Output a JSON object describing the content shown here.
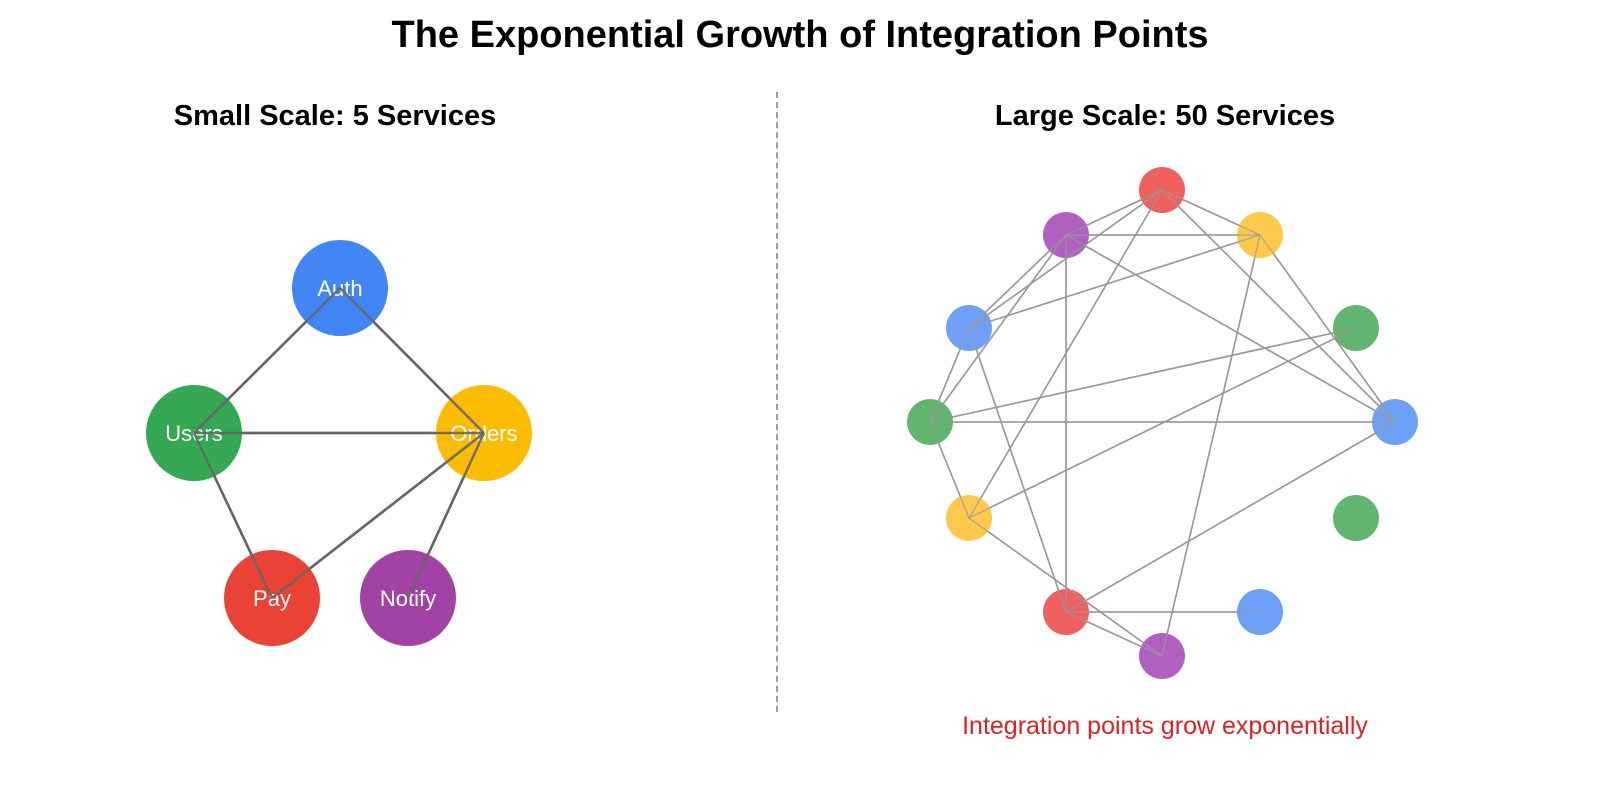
{
  "title": "The Exponential Growth of Integration Points",
  "left_panel": {
    "title": "Small Scale: 5 Services",
    "nodes": [
      {
        "label": "Auth",
        "color": "#4285f4"
      },
      {
        "label": "Users",
        "color": "#34a853"
      },
      {
        "label": "Orders",
        "color": "#fbbc04"
      },
      {
        "label": "Pay",
        "color": "#ea4335"
      },
      {
        "label": "Notify",
        "color": "#a142a4"
      }
    ],
    "edges": [
      [
        "Auth",
        "Users"
      ],
      [
        "Auth",
        "Orders"
      ],
      [
        "Users",
        "Orders"
      ],
      [
        "Users",
        "Pay"
      ],
      [
        "Orders",
        "Pay"
      ],
      [
        "Orders",
        "Notify"
      ]
    ]
  },
  "right_panel": {
    "title": "Large Scale: 50 Services",
    "caption": "Integration points grow exponentially",
    "nodes": [
      {
        "id": "n1",
        "color": "#f06060"
      },
      {
        "id": "n2",
        "color": "#b061c0"
      },
      {
        "id": "n3",
        "color": "#fdc94d"
      },
      {
        "id": "n4",
        "color": "#6da0f6"
      },
      {
        "id": "n5",
        "color": "#62b56f"
      },
      {
        "id": "n6",
        "color": "#62b56f"
      },
      {
        "id": "n7",
        "color": "#6da0f6"
      },
      {
        "id": "n8",
        "color": "#fdc94d"
      },
      {
        "id": "n9",
        "color": "#62b56f"
      },
      {
        "id": "n10",
        "color": "#f06060"
      },
      {
        "id": "n11",
        "color": "#6da0f6"
      },
      {
        "id": "n12",
        "color": "#b061c0"
      }
    ],
    "edges": [
      [
        "n1",
        "n2"
      ],
      [
        "n1",
        "n3"
      ],
      [
        "n1",
        "n4"
      ],
      [
        "n1",
        "n7"
      ],
      [
        "n1",
        "n8"
      ],
      [
        "n2",
        "n3"
      ],
      [
        "n2",
        "n4"
      ],
      [
        "n2",
        "n6"
      ],
      [
        "n2",
        "n10"
      ],
      [
        "n2",
        "n7"
      ],
      [
        "n3",
        "n4"
      ],
      [
        "n3",
        "n7"
      ],
      [
        "n3",
        "n12"
      ],
      [
        "n4",
        "n6"
      ],
      [
        "n4",
        "n10"
      ],
      [
        "n5",
        "n6"
      ],
      [
        "n5",
        "n8"
      ],
      [
        "n6",
        "n7"
      ],
      [
        "n6",
        "n8"
      ],
      [
        "n7",
        "n10"
      ],
      [
        "n8",
        "n12"
      ],
      [
        "n10",
        "n11"
      ],
      [
        "n10",
        "n12"
      ]
    ]
  }
}
